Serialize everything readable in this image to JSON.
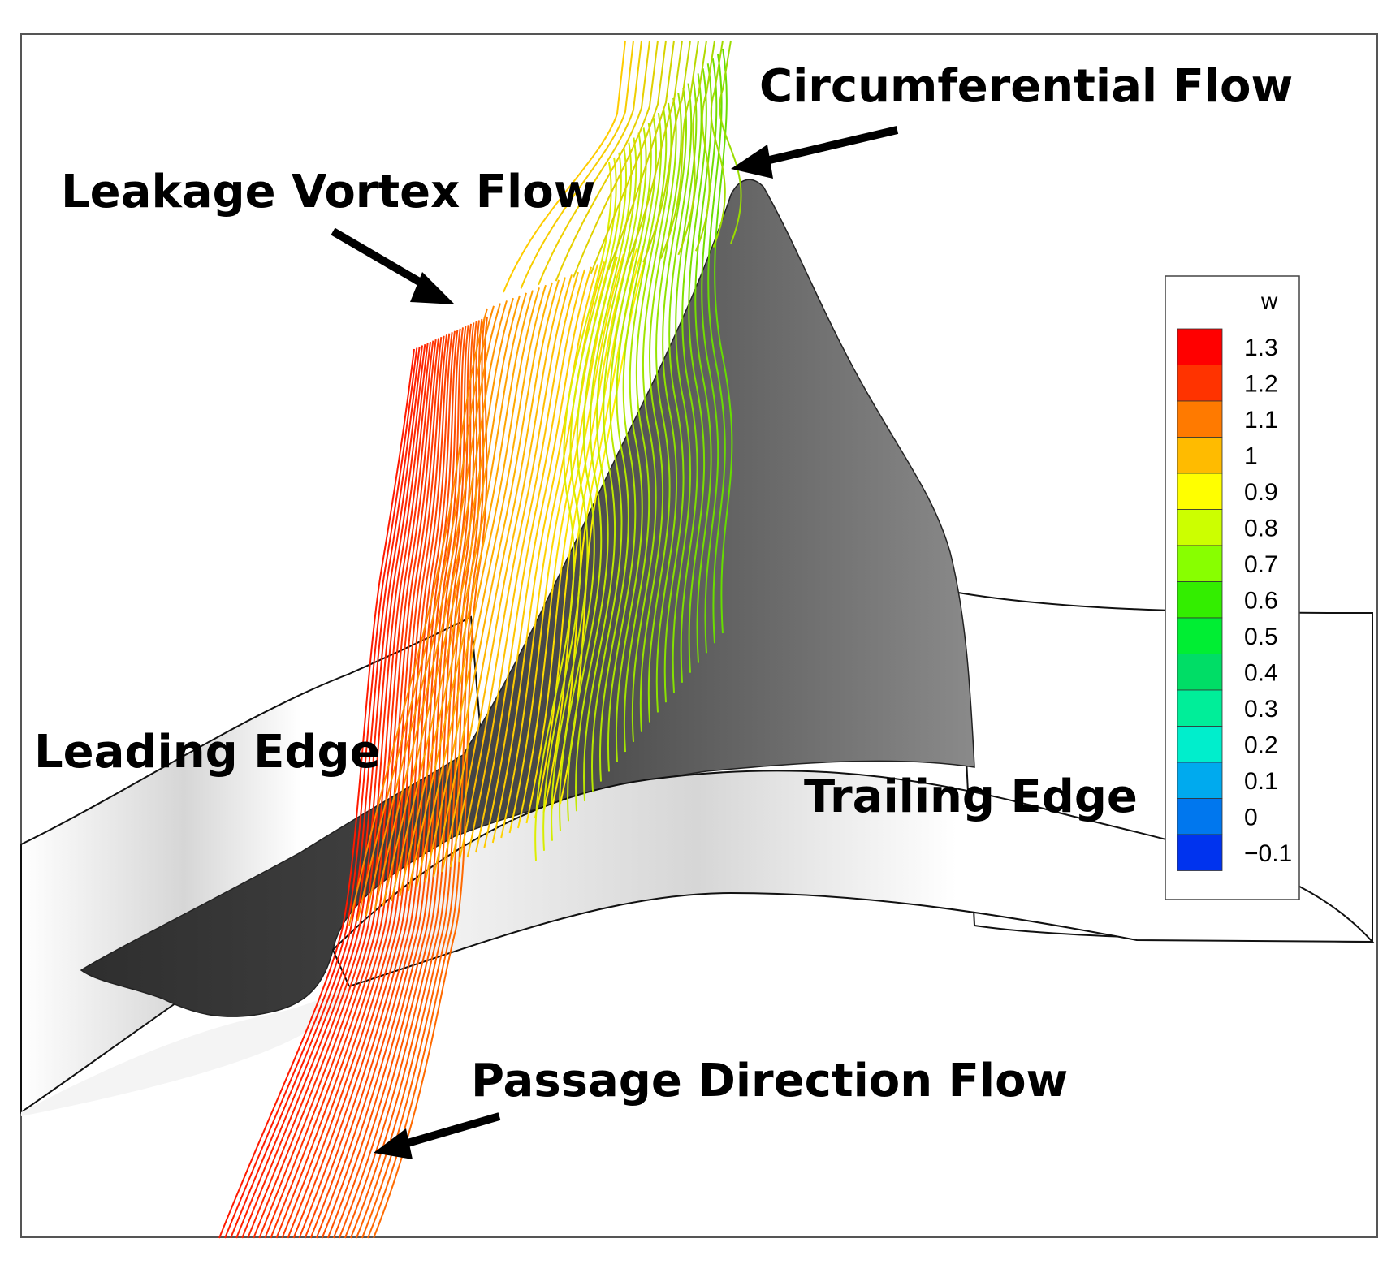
{
  "annotations": {
    "circumferential_flow": "Circumferential Flow",
    "leakage_vortex_flow": "Leakage Vortex Flow",
    "leading_edge": "Leading Edge",
    "trailing_edge": "Trailing Edge",
    "passage_direction_flow": "Passage Direction Flow"
  },
  "legend": {
    "variable": "w",
    "ticks": [
      "1.3",
      "1.2",
      "1.1",
      "1",
      "0.9",
      "0.8",
      "0.7",
      "0.6",
      "0.5",
      "0.4",
      "0.3",
      "0.2",
      "0.1",
      "0",
      "−0.1"
    ],
    "colors": [
      "#ff0000",
      "#ff3300",
      "#ff7a00",
      "#ffbb00",
      "#ffff00",
      "#ccff00",
      "#88ff00",
      "#33ee00",
      "#00ee33",
      "#00dd66",
      "#00ee99",
      "#00eecc",
      "#00aaee",
      "#0077ee",
      "#0033ee"
    ]
  },
  "colors": {
    "blade": "#555555",
    "hub": "#eeeeee",
    "streamline_high": "#ff3300",
    "streamline_mid": "#ffee00",
    "streamline_low": "#77dd00"
  }
}
